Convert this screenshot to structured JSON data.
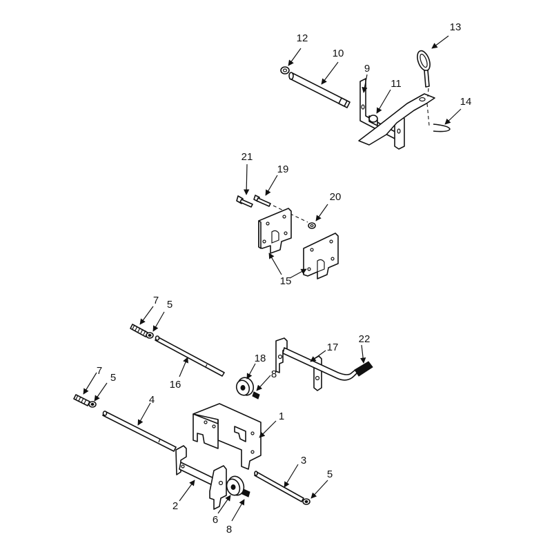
{
  "corner_code": "",
  "callouts": [
    {
      "id": "c12",
      "label": "12"
    },
    {
      "id": "c10",
      "label": "10"
    },
    {
      "id": "c9",
      "label": "9"
    },
    {
      "id": "c11",
      "label": "11"
    },
    {
      "id": "c13",
      "label": "13"
    },
    {
      "id": "c14",
      "label": "14"
    },
    {
      "id": "c21",
      "label": "21"
    },
    {
      "id": "c19",
      "label": "19"
    },
    {
      "id": "c20",
      "label": "20"
    },
    {
      "id": "c15",
      "label": "15"
    },
    {
      "id": "c7a",
      "label": "7"
    },
    {
      "id": "c5a",
      "label": "5"
    },
    {
      "id": "c16",
      "label": "16"
    },
    {
      "id": "c18",
      "label": "18"
    },
    {
      "id": "c8a",
      "label": "8"
    },
    {
      "id": "c17",
      "label": "17"
    },
    {
      "id": "c22",
      "label": "22"
    },
    {
      "id": "c7b",
      "label": "7"
    },
    {
      "id": "c5b",
      "label": "5"
    },
    {
      "id": "c4",
      "label": "4"
    },
    {
      "id": "c1",
      "label": "1"
    },
    {
      "id": "c3",
      "label": "3"
    },
    {
      "id": "c5c",
      "label": "5"
    },
    {
      "id": "c2",
      "label": "2"
    },
    {
      "id": "c6",
      "label": "6"
    },
    {
      "id": "c8b",
      "label": "8"
    }
  ]
}
